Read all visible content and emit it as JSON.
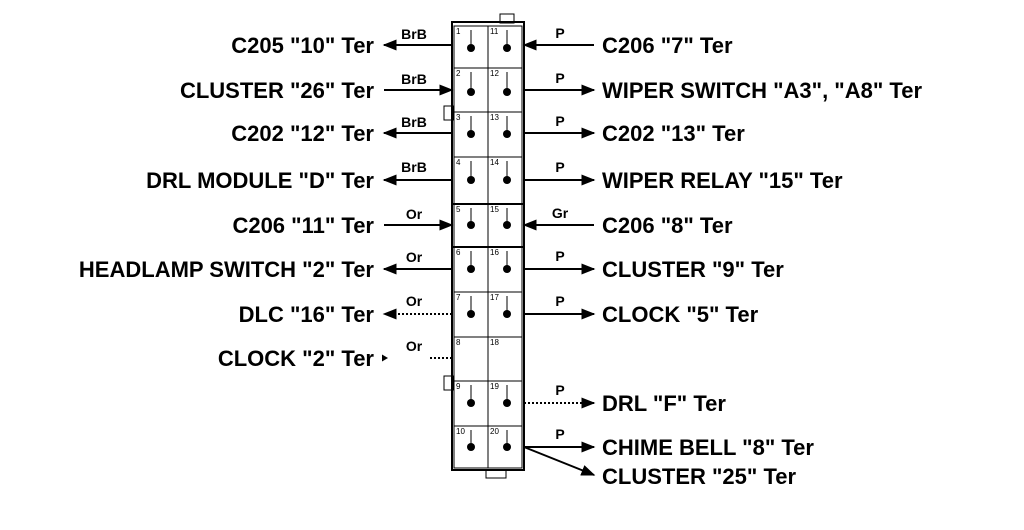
{
  "connector": {
    "pins_left": [
      "1",
      "2",
      "3",
      "4",
      "5",
      "6",
      "7",
      "8",
      "9",
      "10"
    ],
    "pins_right": [
      "11",
      "12",
      "13",
      "14",
      "15",
      "16",
      "17",
      "18",
      "19",
      "20"
    ]
  },
  "left_wires": [
    {
      "label": "C205 \"10\" Ter",
      "color": "BrB"
    },
    {
      "label": "CLUSTER \"26\" Ter",
      "color": "BrB"
    },
    {
      "label": "C202 \"12\" Ter",
      "color": "BrB"
    },
    {
      "label": "DRL MODULE \"D\" Ter",
      "color": "BrB"
    },
    {
      "label": "C206 \"11\" Ter",
      "color": "Or"
    },
    {
      "label": "HEADLAMP SWITCH \"2\" Ter",
      "color": "Or"
    },
    {
      "label": "DLC \"16\" Ter",
      "color": "Or"
    },
    {
      "label": "CLOCK \"2\" Ter",
      "color": "Or"
    }
  ],
  "right_wires": [
    {
      "label": "C206 \"7\" Ter",
      "color": "P"
    },
    {
      "label": "WIPER SWITCH \"A3\", \"A8\" Ter",
      "color": "P"
    },
    {
      "label": "C202 \"13\" Ter",
      "color": "P"
    },
    {
      "label": "WIPER RELAY \"15\" Ter",
      "color": "P"
    },
    {
      "label": "C206 \"8\" Ter",
      "color": "Gr"
    },
    {
      "label": "CLUSTER \"9\" Ter",
      "color": "P"
    },
    {
      "label": "CLOCK \"5\" Ter",
      "color": "P"
    },
    {
      "label": "DRL \"F\" Ter",
      "color": "P"
    },
    {
      "label": "CHIME BELL \"8\" Ter",
      "color": "P"
    },
    {
      "label": "CLUSTER \"25\" Ter",
      "color": ""
    }
  ]
}
